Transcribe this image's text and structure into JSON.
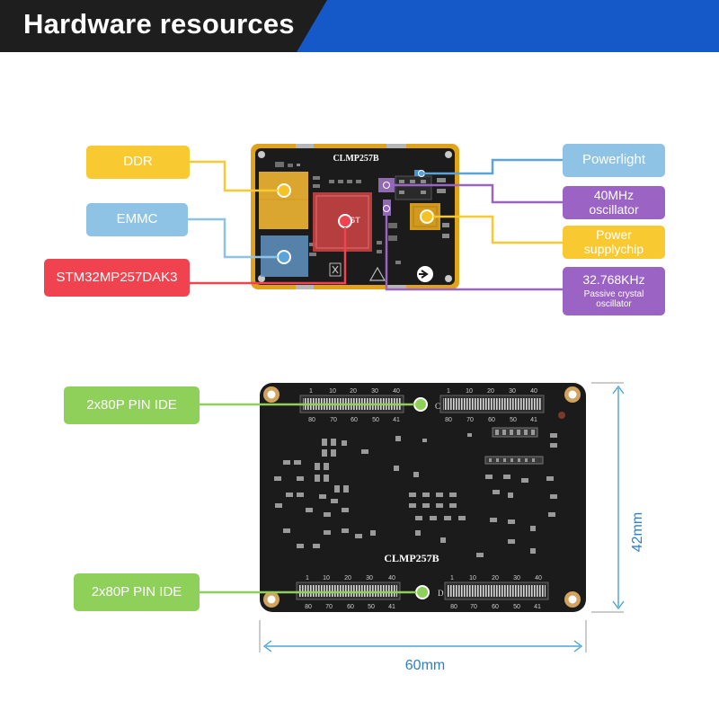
{
  "header": {
    "title": "Hardware resources"
  },
  "top_board": {
    "silkscreen": "CLMP257B",
    "chip_marking": "ST"
  },
  "left_labels": {
    "ddr": "DDR",
    "emmc": "EMMC",
    "soc": "STM32MP257DAK3"
  },
  "right_labels": {
    "powerlight": "Powerlight",
    "osc40_line1": "40MHz",
    "osc40_line2": "oscillator",
    "power_line1": "Power",
    "power_line2": "supplychip",
    "osc32_line1": "32.768KHz",
    "osc32_line2": "Passive crystal",
    "osc32_line3": "oscillator"
  },
  "bottom_board": {
    "silkscreen": "CLMP257B",
    "connector_c": "C",
    "connector_d": "D",
    "pin_numbers_top": [
      "1",
      "10",
      "20",
      "30",
      "40"
    ],
    "pin_numbers_bottom": [
      "80",
      "70",
      "60",
      "50",
      "41"
    ]
  },
  "bottom_labels": {
    "pin_top": "2x80P PIN IDE",
    "pin_bottom": "2x80P PIN IDE"
  },
  "dimensions": {
    "width": "60mm",
    "height": "42mm"
  },
  "colors": {
    "header_dark": "#1e1e1e",
    "header_blue": "#1558c8",
    "yellow": "#f8c930",
    "blue": "#8ec3e6",
    "red": "#f0434f",
    "purple": "#9b63c4",
    "green": "#8fd05a",
    "dimension": "#4aa3d9"
  }
}
